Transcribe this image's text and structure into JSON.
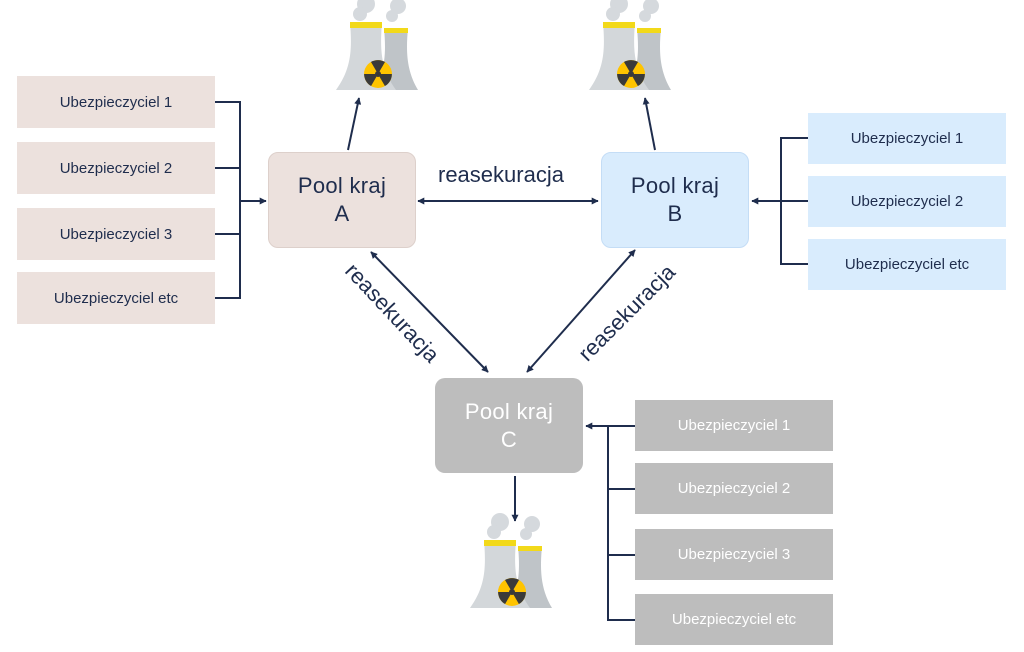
{
  "pools": {
    "a": {
      "line1": "Pool kraj",
      "line2": "A"
    },
    "b": {
      "line1": "Pool kraj",
      "line2": "B"
    },
    "c": {
      "line1": "Pool kraj",
      "line2": "C"
    }
  },
  "insurers_a": [
    "Ubezpieczyciel 1",
    "Ubezpieczyciel 2",
    "Ubezpieczyciel 3",
    "Ubezpieczyciel etc"
  ],
  "insurers_b": [
    "Ubezpieczyciel 1",
    "Ubezpieczyciel 2",
    "Ubezpieczyciel etc"
  ],
  "insurers_c": [
    "Ubezpieczyciel 1",
    "Ubezpieczyciel 2",
    "Ubezpieczyciel 3",
    "Ubezpieczyciel etc"
  ],
  "relations": {
    "ab": "reasekuracja",
    "ac": "reasekuracja",
    "bc": "reasekuracja"
  },
  "icons": {
    "plant": "nuclear-power-plant-icon"
  },
  "colors": {
    "navy": "#1f2d4d",
    "pool_a": "#ece1dd",
    "pool_b": "#d9ecfd",
    "pool_c": "#bdbdbd",
    "tower": "#c9cdd1",
    "band": "#f2d91a",
    "hazard": "#ffc400"
  }
}
